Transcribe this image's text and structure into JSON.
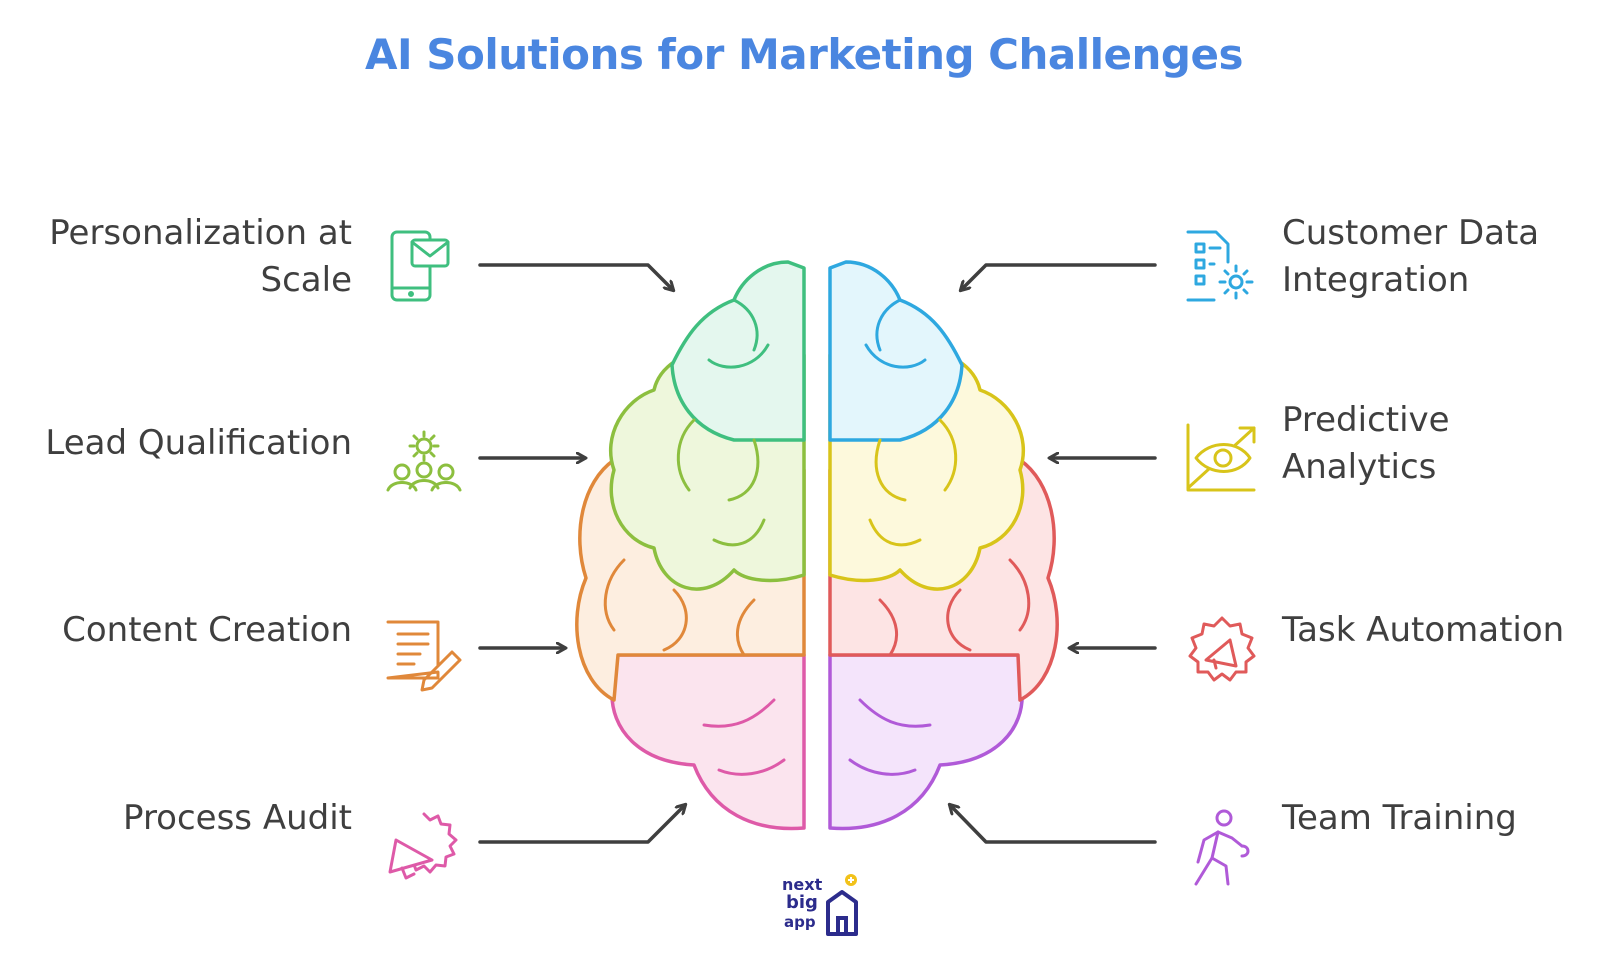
{
  "title": "AI Solutions for Marketing Challenges",
  "title_color": "#4a86e0",
  "left_items": [
    {
      "label": "Personalization at Scale",
      "line1": "Personalization at",
      "line2": "Scale",
      "icon": "mobile-mail-icon",
      "color": "#3fbf7f"
    },
    {
      "label": "Lead Qualification",
      "icon": "team-gear-icon",
      "color": "#8cbf3f"
    },
    {
      "label": "Content Creation",
      "icon": "document-pen-icon",
      "color": "#e0883a"
    },
    {
      "label": "Process Audit",
      "icon": "megaphone-badge-icon",
      "color": "#de5aa8"
    }
  ],
  "right_items": [
    {
      "label": "Customer Data Integration",
      "line1": "Customer Data",
      "line2": "Integration",
      "icon": "data-gear-icon",
      "color": "#2ea8e0"
    },
    {
      "label": "Predictive Analytics",
      "line1": "Predictive",
      "line2": "Analytics",
      "icon": "eye-chart-icon",
      "color": "#d8c41a"
    },
    {
      "label": "Task Automation",
      "icon": "megaphone-gear-icon",
      "color": "#e05a5a"
    },
    {
      "label": "Team Training",
      "icon": "running-person-icon",
      "color": "#b05ad8"
    }
  ],
  "logo": {
    "line1": "next",
    "line2": "big",
    "line3": "app"
  }
}
